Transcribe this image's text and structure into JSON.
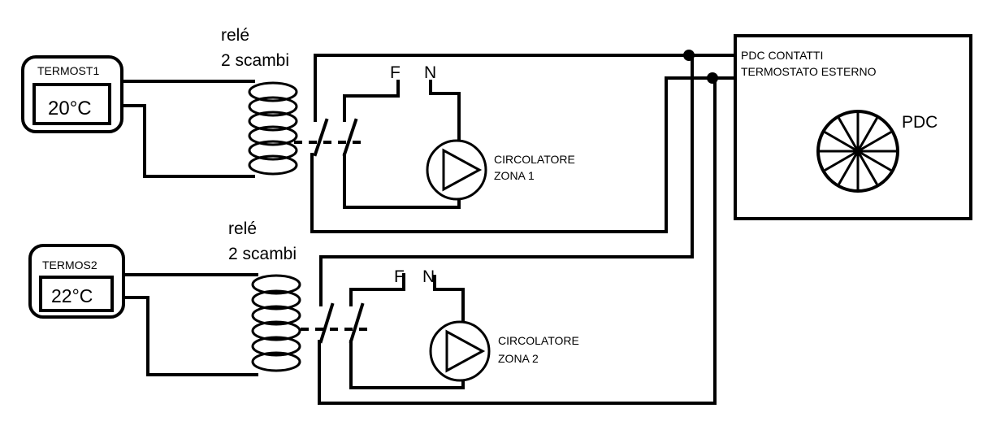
{
  "zones": [
    {
      "thermostat": {
        "name": "TERMOST1",
        "temperature": "20°C"
      },
      "relay": {
        "line1": "relé",
        "line2": "2 scambi"
      },
      "phase_label": "F",
      "neutral_label": "N",
      "pump": {
        "line1": "CIRCOLATORE",
        "line2": "ZONA 1"
      }
    },
    {
      "thermostat": {
        "name": "TERMOS2",
        "temperature": "22°C"
      },
      "relay": {
        "line1": "relé",
        "line2": "2 scambi"
      },
      "phase_label": "F",
      "neutral_label": "N",
      "pump": {
        "line1": "CIRCOLATORE",
        "line2": "ZONA 2"
      }
    }
  ],
  "heat_pump": {
    "contacts_line1": "PDC CONTATTI",
    "contacts_line2": "TERMOSTATO ESTERNO",
    "label": "PDC",
    "fan_icon": "fan-wheel-icon"
  }
}
